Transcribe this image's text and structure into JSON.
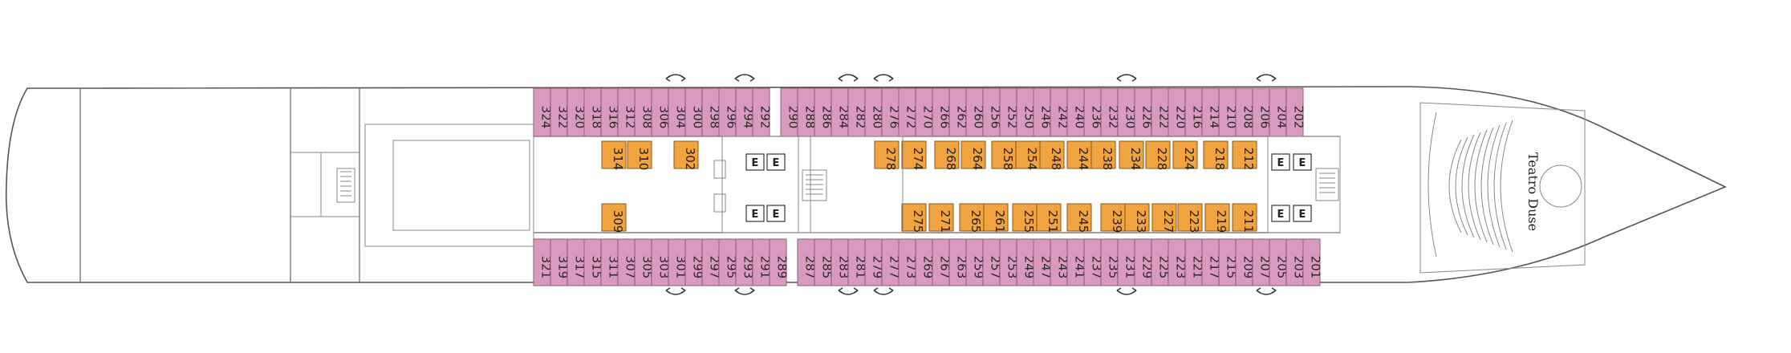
{
  "deck": {
    "top_cabins": [
      "324",
      "322",
      "320",
      "318",
      "316",
      "312",
      "308",
      "306",
      "304",
      "300",
      "298",
      "296",
      "294",
      "292",
      "290",
      "288",
      "286",
      "284",
      "282",
      "280",
      "276",
      "272",
      "270",
      "266",
      "262",
      "260",
      "256",
      "252",
      "250",
      "246",
      "242",
      "240",
      "236",
      "232",
      "230",
      "226",
      "222",
      "220",
      "216",
      "214",
      "210",
      "208",
      "206",
      "204",
      "202"
    ],
    "bottom_cabins": [
      "321",
      "319",
      "317",
      "315",
      "311",
      "307",
      "305",
      "303",
      "301",
      "299",
      "297",
      "295",
      "293",
      "291",
      "289",
      "287",
      "285",
      "283",
      "281",
      "279",
      "277",
      "273",
      "269",
      "267",
      "263",
      "259",
      "257",
      "253",
      "249",
      "247",
      "243",
      "241",
      "237",
      "235",
      "231",
      "229",
      "225",
      "223",
      "221",
      "217",
      "215",
      "209",
      "207",
      "205",
      "203",
      "201"
    ],
    "inner_top_cabins": [
      "314",
      "310",
      "302",
      "278",
      "274",
      "268",
      "264",
      "258",
      "254",
      "248",
      "244",
      "238",
      "234",
      "228",
      "224",
      "218",
      "212"
    ],
    "inner_bottom_cabins": [
      "309",
      "275",
      "271",
      "265",
      "261",
      "255",
      "251",
      "245",
      "239",
      "233",
      "227",
      "223",
      "219",
      "211"
    ],
    "elevator_label": "E",
    "venue": "Teatro Duse"
  }
}
